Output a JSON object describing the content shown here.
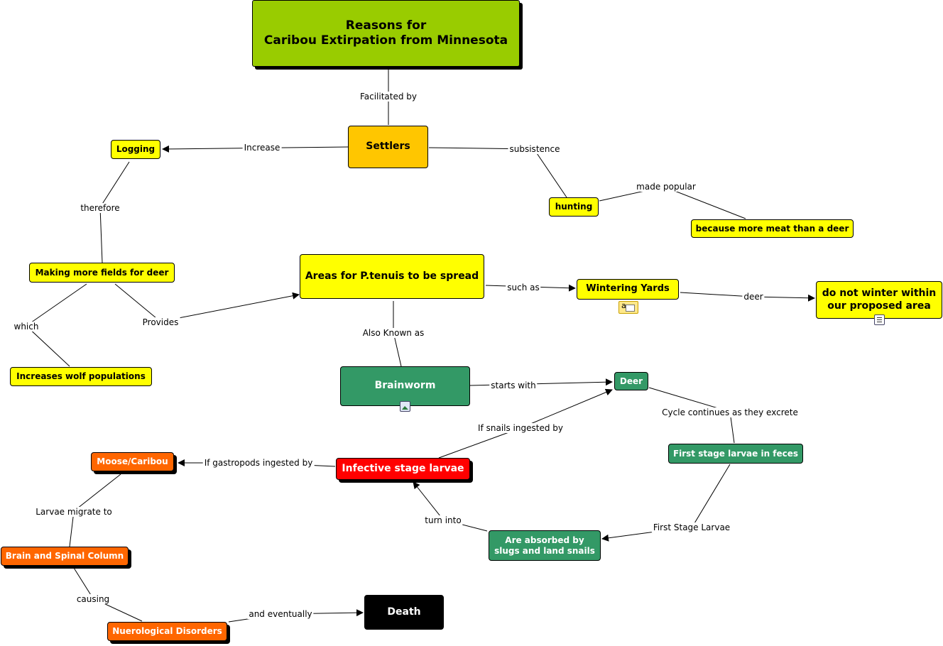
{
  "nodes": {
    "title": {
      "line1": "Reasons for",
      "line2": "Caribou Extirpation from Minnesota"
    },
    "settlers": "Settlers",
    "logging": "Logging",
    "hunting": "hunting",
    "more_meat": "because more meat than a deer",
    "more_fields": "Making more fields for deer",
    "wolf": "Increases wolf populations",
    "areas": "Areas for P.tenuis to be spread",
    "wintering": "Wintering Yards",
    "not_winter": {
      "line1": "do not winter within",
      "line2": "our proposed area"
    },
    "brainworm": "Brainworm",
    "deer": "Deer",
    "first_stage": "First stage larvae in feces",
    "absorbed": {
      "line1": "Are absorbed by",
      "line2": "slugs and land snails"
    },
    "infective": "Infective stage larvae",
    "moose": "Moose/Caribou",
    "brain": "Brain and Spinal Column",
    "neuro": "Nuerological Disorders",
    "death": "Death"
  },
  "links": {
    "facilitated_by": "Facilitated by",
    "increase": "Increase",
    "subsistence": "subsistence",
    "made_popular": "made popular",
    "therefore": "therefore",
    "which": "which",
    "provides": "Provides",
    "such_as": "such as",
    "deer": "deer",
    "also_known_as": "Also Known as",
    "starts_with": "starts with",
    "cycle_continues": "Cycle continues as they excrete",
    "first_stage_larvae": "First Stage Larvae",
    "turn_into": "turn into",
    "if_snails": "If snails ingested by",
    "if_gastropods": "If gastropods ingested by",
    "larvae_migrate": "Larvae migrate to",
    "causing": "causing",
    "and_eventually": "and eventually"
  },
  "icons": {
    "wintering": "note-icon",
    "not_winter": "document-icon",
    "brainworm": "image-icon"
  },
  "colors": {
    "title": "#99cc00",
    "settlers": "#ffc600",
    "yellow": "#ffff00",
    "green": "#339966",
    "orange": "#ff6600",
    "red": "#ff0000",
    "black": "#000000"
  }
}
